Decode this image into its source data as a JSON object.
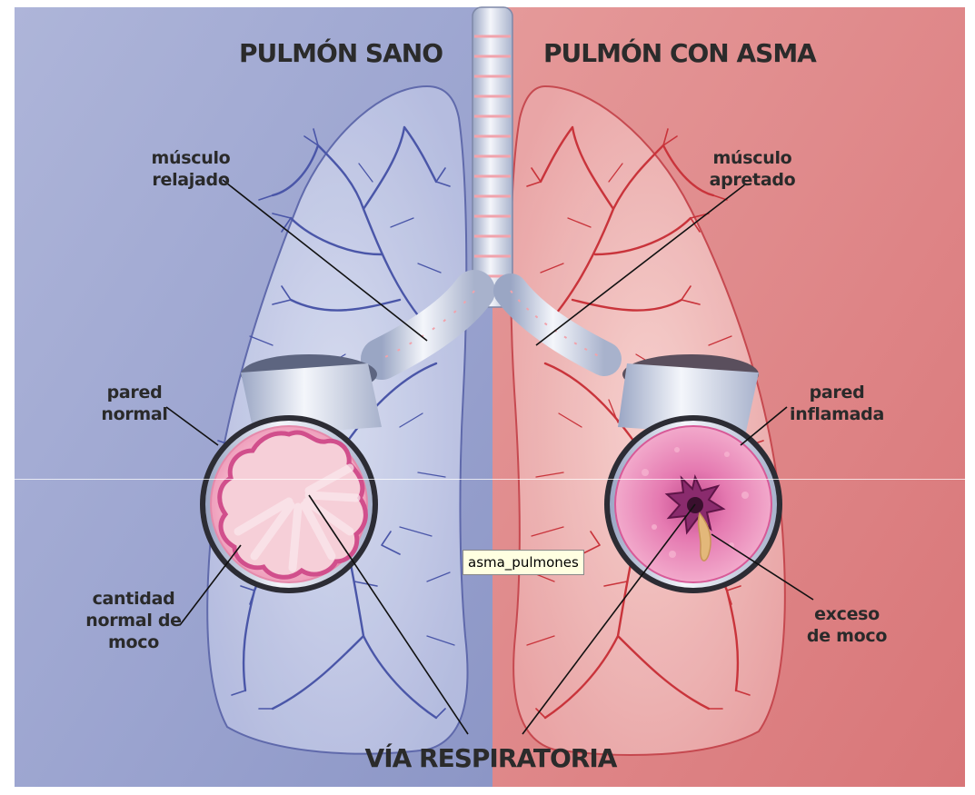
{
  "titles": {
    "left": "PULMÓN SANO",
    "right": "PULMÓN CON ASMA"
  },
  "labels": {
    "musculo_relajado": [
      "músculo",
      "relajado"
    ],
    "musculo_apretado": [
      "músculo",
      "apretado"
    ],
    "pared_normal": [
      "pared",
      "normal"
    ],
    "pared_inflamada": [
      "pared",
      "inflamada"
    ],
    "cantidad_normal_moco": [
      "cantidad",
      "normal de",
      "moco"
    ],
    "exceso_moco": [
      "exceso",
      "de moco"
    ],
    "via_respiratoria": "VÍA RESPIRATORIA"
  },
  "tooltip": "asma_pulmones",
  "colors": {
    "healthy_bg": "#9da6d0",
    "asthma_bg": "#e2898a",
    "healthy_vessel": "#4a56a8",
    "asthma_vessel": "#c9343b",
    "airway_wall": "#f1a7bf",
    "inflamed_wall": "#e66fa8"
  }
}
